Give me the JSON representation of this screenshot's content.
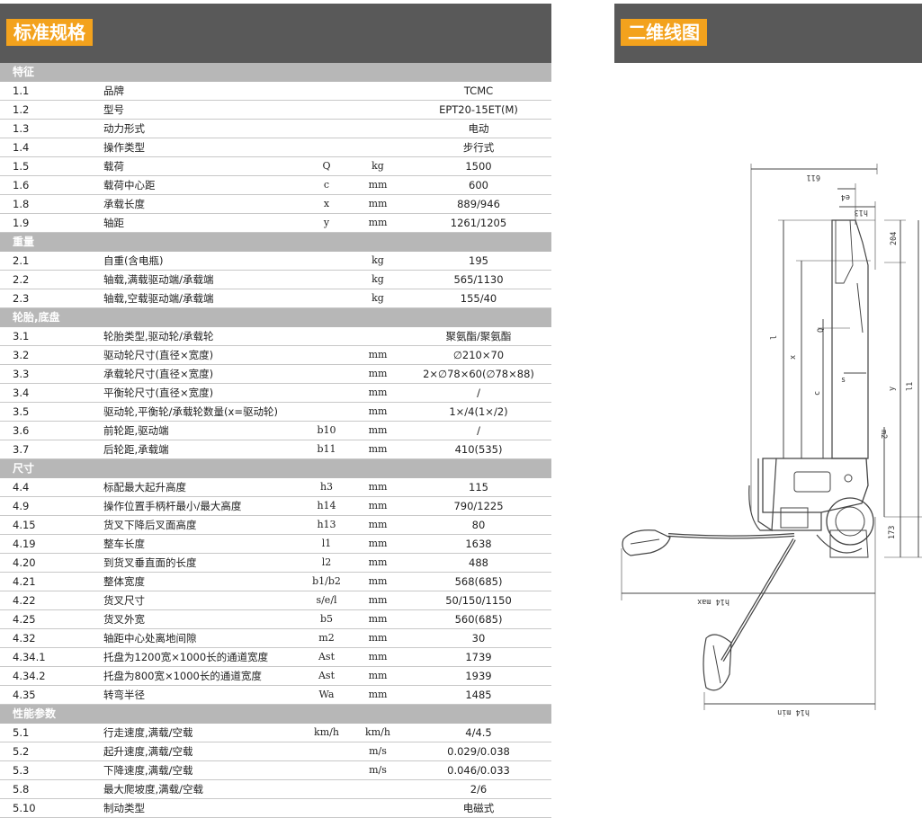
{
  "left_header": {
    "title": "标准规格"
  },
  "right_header": {
    "title": "二维线图"
  },
  "sections": [
    {
      "title": "特征",
      "rows": [
        {
          "code": "1.1",
          "name": "品牌",
          "symbol": "",
          "unit": "",
          "value": "TCMC"
        },
        {
          "code": "1.2",
          "name": "型号",
          "symbol": "",
          "unit": "",
          "value": "EPT20-15ET(M)"
        },
        {
          "code": "1.3",
          "name": "动力形式",
          "symbol": "",
          "unit": "",
          "value": "电动"
        },
        {
          "code": "1.4",
          "name": "操作类型",
          "symbol": "",
          "unit": "",
          "value": "步行式"
        },
        {
          "code": "1.5",
          "name": "载荷",
          "symbol": "Q",
          "unit": "kg",
          "value": "1500"
        },
        {
          "code": "1.6",
          "name": "载荷中心距",
          "symbol": "c",
          "unit": "mm",
          "value": "600"
        },
        {
          "code": "1.8",
          "name": "承载长度",
          "symbol": "x",
          "unit": "mm",
          "value": "889/946"
        },
        {
          "code": "1.9",
          "name": "轴距",
          "symbol": "y",
          "unit": "mm",
          "value": "1261/1205"
        }
      ]
    },
    {
      "title": "重量",
      "rows": [
        {
          "code": "2.1",
          "name": "自重(含电瓶)",
          "symbol": "",
          "unit": "kg",
          "value": "195"
        },
        {
          "code": "2.2",
          "name": "轴载,满载驱动端/承载端",
          "symbol": "",
          "unit": "kg",
          "value": "565/1130"
        },
        {
          "code": "2.3",
          "name": "轴载,空载驱动端/承载端",
          "symbol": "",
          "unit": "kg",
          "value": "155/40"
        }
      ]
    },
    {
      "title": "轮胎,底盘",
      "rows": [
        {
          "code": "3.1",
          "name": "轮胎类型,驱动轮/承载轮",
          "symbol": "",
          "unit": "",
          "value": "聚氨酯/聚氨酯"
        },
        {
          "code": "3.2",
          "name": "驱动轮尺寸(直径×宽度)",
          "symbol": "",
          "unit": "mm",
          "value": "∅210×70"
        },
        {
          "code": "3.3",
          "name": "承载轮尺寸(直径×宽度)",
          "symbol": "",
          "unit": "mm",
          "value": "2×∅78×60(∅78×88)"
        },
        {
          "code": "3.4",
          "name": "平衡轮尺寸(直径×宽度)",
          "symbol": "",
          "unit": "mm",
          "value": "/"
        },
        {
          "code": "3.5",
          "name": "驱动轮,平衡轮/承载轮数量(x=驱动轮)",
          "symbol": "",
          "unit": "mm",
          "value": "1×/4(1×/2)"
        },
        {
          "code": "3.6",
          "name": "前轮距,驱动端",
          "symbol": "b10",
          "unit": "mm",
          "value": "/"
        },
        {
          "code": "3.7",
          "name": "后轮距,承载端",
          "symbol": "b11",
          "unit": "mm",
          "value": "410(535)"
        }
      ]
    },
    {
      "title": "尺寸",
      "rows": [
        {
          "code": "4.4",
          "name": "标配最大起升高度",
          "symbol": "h3",
          "unit": "mm",
          "value": "115"
        },
        {
          "code": "4.9",
          "name": "操作位置手柄杆最小/最大高度",
          "symbol": "h14",
          "unit": "mm",
          "value": "790/1225"
        },
        {
          "code": "4.15",
          "name": "货叉下降后叉面高度",
          "symbol": "h13",
          "unit": "mm",
          "value": "80"
        },
        {
          "code": "4.19",
          "name": "整车长度",
          "symbol": "l1",
          "unit": "mm",
          "value": "1638"
        },
        {
          "code": "4.20",
          "name": "到货叉垂直面的长度",
          "symbol": "l2",
          "unit": "mm",
          "value": "488"
        },
        {
          "code": "4.21",
          "name": "整体宽度",
          "symbol": "b1/b2",
          "unit": "mm",
          "value": "568(685)"
        },
        {
          "code": "4.22",
          "name": "货叉尺寸",
          "symbol": "s/e/l",
          "unit": "mm",
          "value": "50/150/1150"
        },
        {
          "code": "4.25",
          "name": "货叉外宽",
          "symbol": "b5",
          "unit": "mm",
          "value": "560(685)"
        },
        {
          "code": "4.32",
          "name": "轴距中心处离地间隙",
          "symbol": "m2",
          "unit": "mm",
          "value": "30"
        },
        {
          "code": "4.34.1",
          "name": "托盘为1200宽×1000长的通道宽度",
          "symbol": "Ast",
          "unit": "mm",
          "value": "1739"
        },
        {
          "code": "4.34.2",
          "name": "托盘为800宽×1000长的通道宽度",
          "symbol": "Ast",
          "unit": "mm",
          "value": "1939"
        },
        {
          "code": "4.35",
          "name": "转弯半径",
          "symbol": "Wa",
          "unit": "mm",
          "value": "1485"
        }
      ]
    },
    {
      "title": "性能参数",
      "rows": [
        {
          "code": "5.1",
          "name": "行走速度,满载/空载",
          "symbol": "km/h",
          "unit": "km/h",
          "value": "4/4.5"
        },
        {
          "code": "5.2",
          "name": "起升速度,满载/空载",
          "symbol": "",
          "unit": "m/s",
          "value": "0.029/0.038"
        },
        {
          "code": "5.3",
          "name": "下降速度,满载/空载",
          "symbol": "",
          "unit": "m/s",
          "value": "0.046/0.033"
        },
        {
          "code": "5.8",
          "name": "最大爬坡度,满载/空载",
          "symbol": "",
          "unit": "",
          "value": "2/6"
        },
        {
          "code": "5.10",
          "name": "制动类型",
          "symbol": "",
          "unit": "",
          "value": "电磁式"
        }
      ]
    }
  ],
  "drawing_labels": {
    "l1": "611",
    "e": "e4",
    "h13": "h13",
    "d204": "204",
    "Q": "Q",
    "l": "l",
    "x": "x",
    "s": "s",
    "c": "c",
    "y": "y",
    "l1v": "l1",
    "m2": "m2",
    "d173": "173",
    "h14max": "h14 max",
    "h14min": "h14 min"
  },
  "colors": {
    "header_bg": "#595959",
    "title_bg": "#f3a21d",
    "section_bg": "#b7b7b7"
  }
}
